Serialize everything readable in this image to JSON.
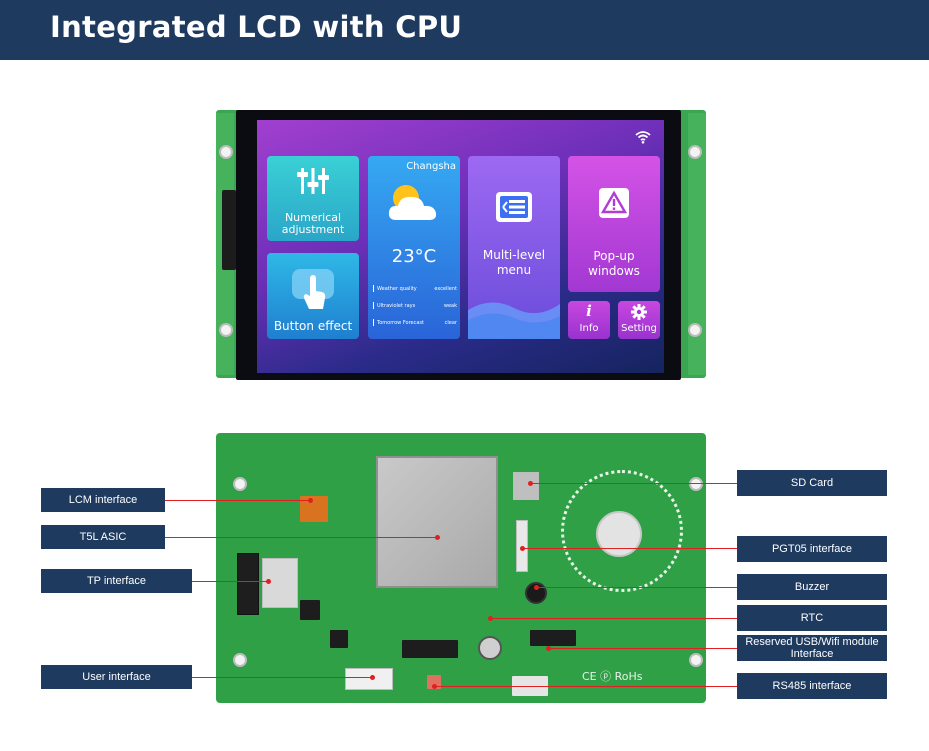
{
  "header": {
    "title": "Integrated LCD with CPU"
  },
  "screen": {
    "city": "Changsha",
    "temperature": "23°C",
    "tiles": {
      "numerical": "Numerical adjustment",
      "button_effect": "Button effect",
      "multi_level_menu": "Multi-level menu",
      "popup_windows": "Pop-up windows",
      "info": "Info",
      "setting": "Setting"
    },
    "weather_rows": [
      {
        "label": "Weather quality",
        "value": "excellent"
      },
      {
        "label": "Ultraviolet rays",
        "value": "weak"
      },
      {
        "label": "Tomorrow Forecast",
        "value": "clear"
      }
    ]
  },
  "board": {
    "ce_mark": "CE ⓟ RoHs"
  },
  "callouts_left": [
    {
      "label": "LCM interface"
    },
    {
      "label": "T5L ASIC"
    },
    {
      "label": "TP interface"
    },
    {
      "label": "User interface"
    }
  ],
  "callouts_right": [
    {
      "label": "SD Card"
    },
    {
      "label": "PGT05 interface"
    },
    {
      "label": "Buzzer"
    },
    {
      "label": "RTC"
    },
    {
      "label": "Reserved USB/Wifi module Interface"
    },
    {
      "label": "RS485 interface"
    }
  ],
  "colors": {
    "header": "#1e3a5f",
    "callout": "#1e3a5f",
    "leader_line": "#e02020",
    "pcb": "#2fa046"
  }
}
